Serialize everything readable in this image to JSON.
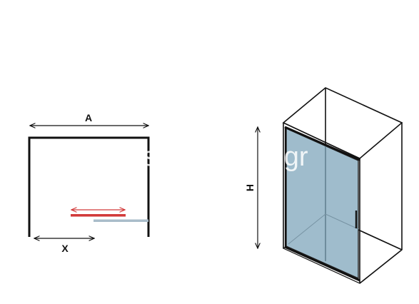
{
  "plan_view": {
    "width_label": "A",
    "opening_label": "X"
  },
  "elevation_view": {
    "height_label": "H"
  },
  "watermark": {
    "left_fragment": "s",
    "right_fragment": "o.gr"
  },
  "colors": {
    "outline": "#111111",
    "glass": "#9fbccc",
    "sliding_panel": "#d23a3a",
    "fixed_panel": "#a9bcca",
    "background": "#ffffff"
  }
}
